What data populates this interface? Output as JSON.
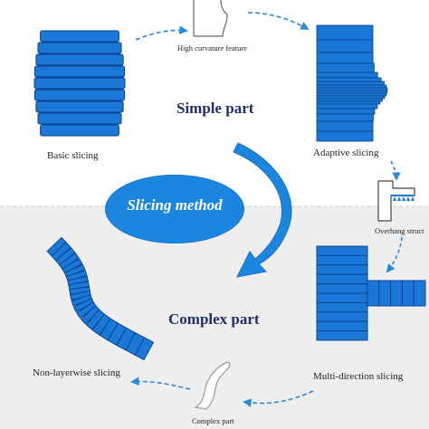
{
  "labels": {
    "high_curvature": "High curvature feature",
    "simple_part": "Simple part",
    "basic_slicing": "Basic slicing",
    "adaptive_slicing": "Adaptive slicing",
    "slicing_method": "Slicing method",
    "overhang": "Overhang struct",
    "complex_part_title": "Complex part",
    "non_layerwise": "Non-layerwise slicing",
    "multi_direction": "Multi-direction slicing",
    "complex_part_small": "Complex part"
  },
  "colors": {
    "slab_fill": "#1a78d8",
    "slab_stroke": "#0b3f8a",
    "arrow_dashed": "#2a8ad8",
    "big_arrow": "#1a86e0",
    "lower_panel": "#eeeeee"
  }
}
